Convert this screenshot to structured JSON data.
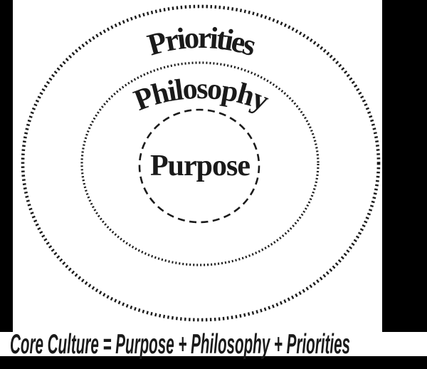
{
  "diagram": {
    "rings": [
      {
        "label": "Priorities"
      },
      {
        "label": "Philosophy"
      },
      {
        "label": "Purpose"
      }
    ],
    "caption": "Core Culture = Purpose + Philosophy + Priorities",
    "colors": {
      "matte": "#000000",
      "ink": "#1a1a1a",
      "background": "#ffffff"
    }
  }
}
